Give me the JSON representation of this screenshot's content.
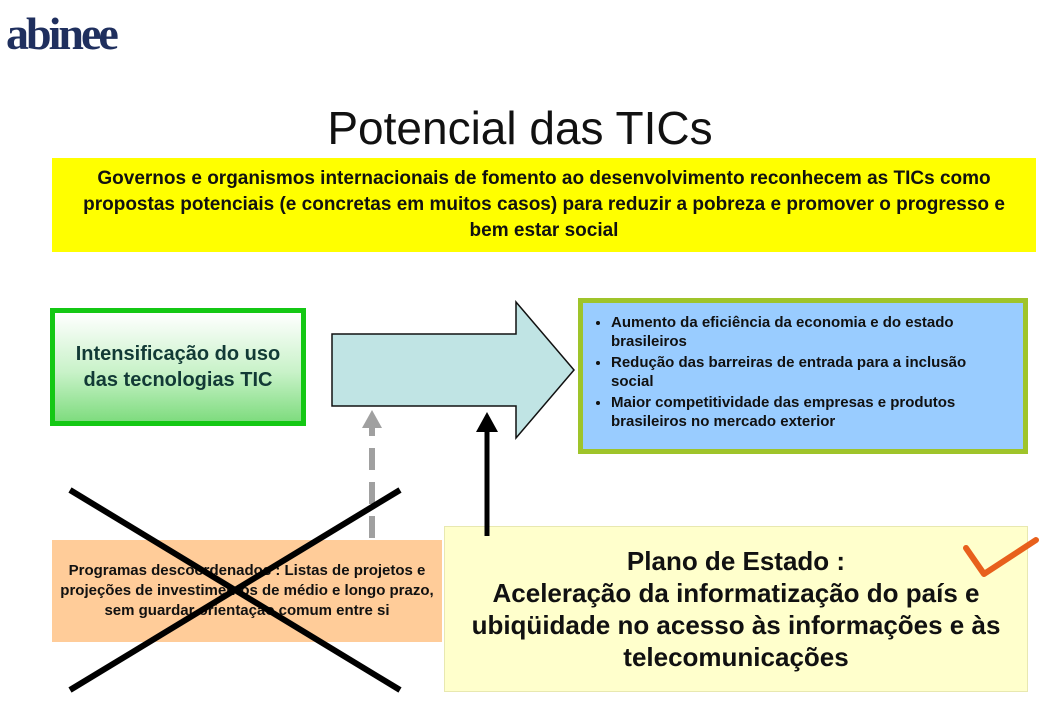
{
  "logo": {
    "text": "abinee"
  },
  "title": "Potencial das TICs",
  "top_box": {
    "text": "Governos e organismos internacionais de fomento ao desenvolvimento reconhecem as TICs como propostas potenciais (e concretas em muitos casos) para reduzir a pobreza e promover o progresso e bem estar social"
  },
  "green_box": {
    "text": "Intensificação do uso das tecnologias TIC"
  },
  "results": {
    "items": [
      "Aumento da eficiência da economia e do estado brasileiros",
      "Redução das barreiras de entrada para a inclusão social",
      "Maior competitividade das empresas e produtos brasileiros no mercado exterior"
    ]
  },
  "bad_option": {
    "text": "Programas descoordenados : Listas de projetos e projeções de investimentos de médio e longo prazo, sem guardar orientação comum entre si"
  },
  "good_option": {
    "title": "Plano de Estado :",
    "text": "Aceleração da informatização do país e ubiqüidade no acesso às informações e às telecomunicações"
  },
  "colors": {
    "yellow": "#ffff00",
    "green_border": "#14c814",
    "blue_fill": "#99ccff",
    "olive_border": "#9fc42a",
    "orange_fill": "#ffcc99",
    "cream_fill": "#ffffcc",
    "arrow_fill": "#c0e4e4",
    "check": "#e8601c"
  },
  "icons": {
    "cross": "x-mark-icon",
    "check": "check-mark-icon"
  }
}
